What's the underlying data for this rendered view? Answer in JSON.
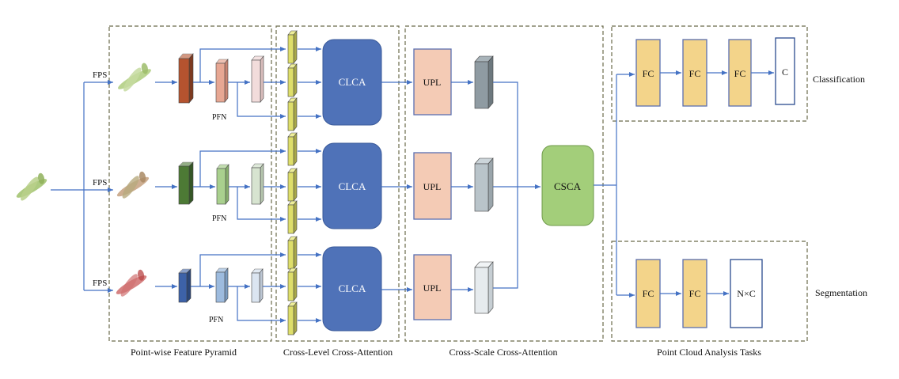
{
  "labels": {
    "fps": "FPS",
    "pfn": "PFN",
    "clca": "CLCA",
    "upl": "UPL",
    "csca": "CSCA",
    "fc": "FC",
    "class_out": "C",
    "seg_out": "N×C"
  },
  "sections": {
    "pyramid": "Point-wise Feature Pyramid",
    "cross_level": "Cross-Level Cross-Attention",
    "cross_scale": "Cross-Scale Cross-Attention",
    "tasks": "Point Cloud Analysis Tasks"
  },
  "tasks": {
    "classification": "Classification",
    "segmentation": "Segmentation"
  },
  "colors": {
    "arrow": "#4472c4",
    "dashed_border": "#6b6b4b",
    "clca_fill": "#4f72b8",
    "upl_fill": "#f4cbb5",
    "upl_stroke": "#5a6fb0",
    "csca_fill": "#a3ce7a",
    "fc_fill": "#f3d48a",
    "token_fill": "#dede6a",
    "row1_main": "#b5532f",
    "row1_pfn": "#e7a793",
    "row1_pfn2": "#f2dcdb",
    "row2_main": "#4d7a35",
    "row2_pfn": "#a9d08e",
    "row2_pfn2": "#d7e4d0",
    "row3_main": "#3d62a8",
    "row3_pfn": "#9dbbde",
    "row3_pfn2": "#dbe5f1",
    "upl_out1": "#8f9ba2",
    "upl_out2": "#b9c4ca",
    "upl_out3": "#e6ebee",
    "plane_green": "#a4c472",
    "plane_mixed": "#c49a7a",
    "plane_red": "#c04040"
  }
}
